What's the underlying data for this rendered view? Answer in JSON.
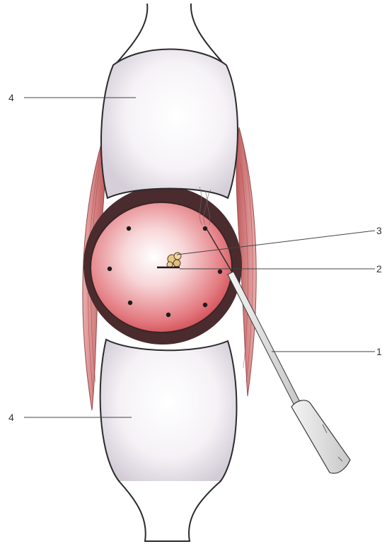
{
  "figure": {
    "labels": [
      {
        "id": "label-4-top",
        "text": "4"
      },
      {
        "id": "label-4-bottom",
        "text": "4"
      },
      {
        "id": "label-3",
        "text": "3"
      },
      {
        "id": "label-2",
        "text": "2"
      },
      {
        "id": "label-1",
        "text": "1"
      }
    ],
    "colors": {
      "outline": "#2b2b2b",
      "tissue_center": "#ffffff",
      "tissue_edge": "#d7474f",
      "rim": "#4a2b2e",
      "muscle": "#c9585a",
      "cartilage_shadow": "#c9c2cf",
      "lesion": "#e0c48a",
      "leader": "#444444"
    }
  }
}
